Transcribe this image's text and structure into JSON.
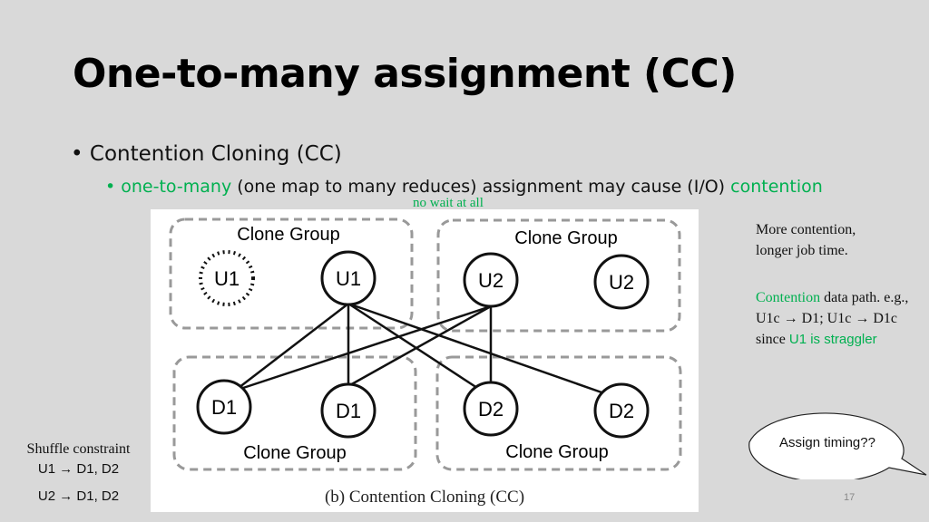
{
  "slide": {
    "title": "One-to-many assignment (CC)",
    "bullet_level1": "Contention Cloning (CC)",
    "bullet_level2": {
      "part1": "one-to-many",
      "part2": " (one map to many reduces) assignment may cause (I/O) ",
      "part3": "contention"
    },
    "annotation_no_wait": "no wait at all",
    "page_number": "17"
  },
  "figure": {
    "group_label": "Clone Group",
    "nodes": {
      "u1_straggler": "U1",
      "u1": "U1",
      "u2_left": "U2",
      "u2_right": "U2",
      "d1_left": "D1",
      "d1_right": "D1",
      "d2_left": "D2",
      "d2_right": "D2"
    },
    "caption": "(b) Contention Cloning (CC)"
  },
  "side_notes": {
    "note1": "More contention, longer job time.",
    "note2": {
      "green": "Contention",
      "text": " data path. e.g., U1c → D1; U1c → D1c since ",
      "green2": "U1 is straggler"
    }
  },
  "shuffle": {
    "heading": "Shuffle constraint",
    "line1": "U1 → D1, D2",
    "line2": "U2 → D1, D2"
  },
  "callout": {
    "text": "Assign timing??"
  },
  "colors": {
    "background": "#d9d9d9",
    "accent_green": "#00b050"
  }
}
